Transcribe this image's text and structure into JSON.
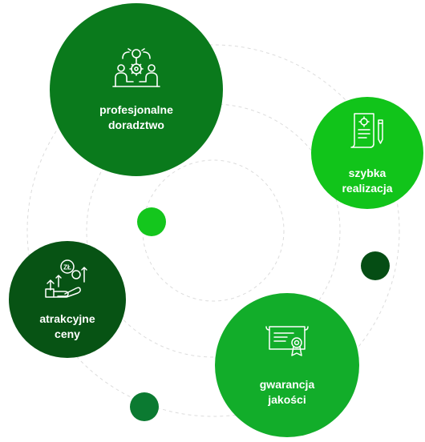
{
  "features": {
    "advice": {
      "label": "profesjonalne\ndoradztwo",
      "color": "#0a7a1c",
      "icon": "consulting-people-icon"
    },
    "speed": {
      "label": "szybka\nrealizacja",
      "color": "#11c41a",
      "icon": "contract-document-pen-icon"
    },
    "price": {
      "label": "atrakcyjne\nceny",
      "color": "#075314",
      "icon": "price-hand-coins-icon"
    },
    "quality": {
      "label": "gwarancja\njakości",
      "color": "#12ad2a",
      "icon": "certificate-icon"
    }
  },
  "currency_symbol": "ZŁ",
  "accent_dots": [
    "#14c61d",
    "#054d14",
    "#0b7a31"
  ],
  "orbit_color": "#dcdcdc"
}
